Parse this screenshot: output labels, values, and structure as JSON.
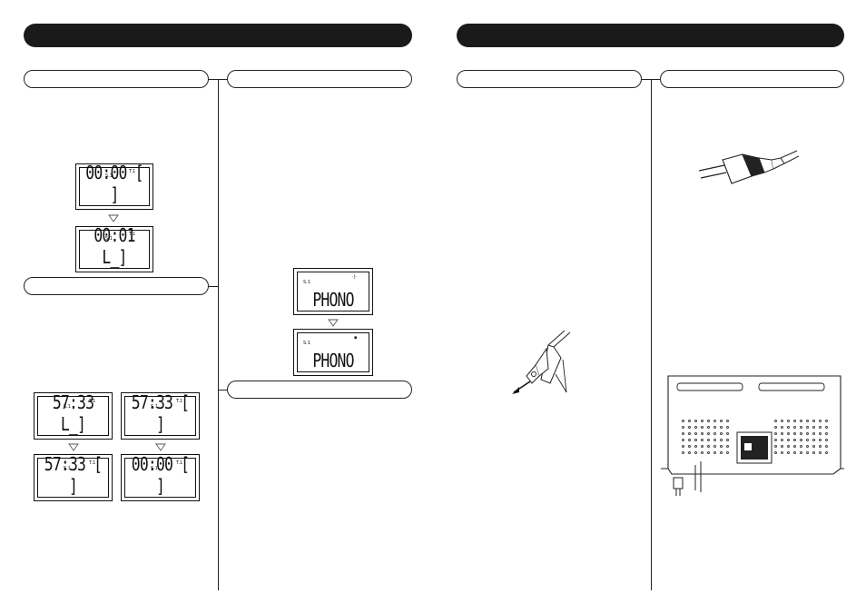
{
  "displays": {
    "d1": {
      "text": "00:00 [ ]",
      "label_a": "S.1",
      "label_b": "T.1"
    },
    "d2": {
      "text": "00:01 L_]",
      "label_a": "S.1",
      "label_b": "T.1"
    },
    "d3": {
      "text": "PHONO",
      "label_a": "S.1",
      "label_b": "·|·"
    },
    "d4": {
      "text": "PHONO",
      "label_a": "S.1",
      "label_b": "▪"
    },
    "d5": {
      "text": "57:33 L_]",
      "label_a": "S.1",
      "label_b": "T.1"
    },
    "d6": {
      "text": "57:33 [ ]",
      "label_a": "S.1",
      "label_b": "T.1"
    },
    "d7": {
      "text": "57:33 [ ]",
      "label_a": "S.1",
      "label_b": "T.1"
    },
    "d8": {
      "text": "00:00 [ ]",
      "label_a": "S.1",
      "label_b": "T.1"
    }
  },
  "icons": {
    "plug": "power-plug-icon",
    "stylus": "stylus-cartridge-icon",
    "rear_panel": "rear-panel-icon"
  }
}
